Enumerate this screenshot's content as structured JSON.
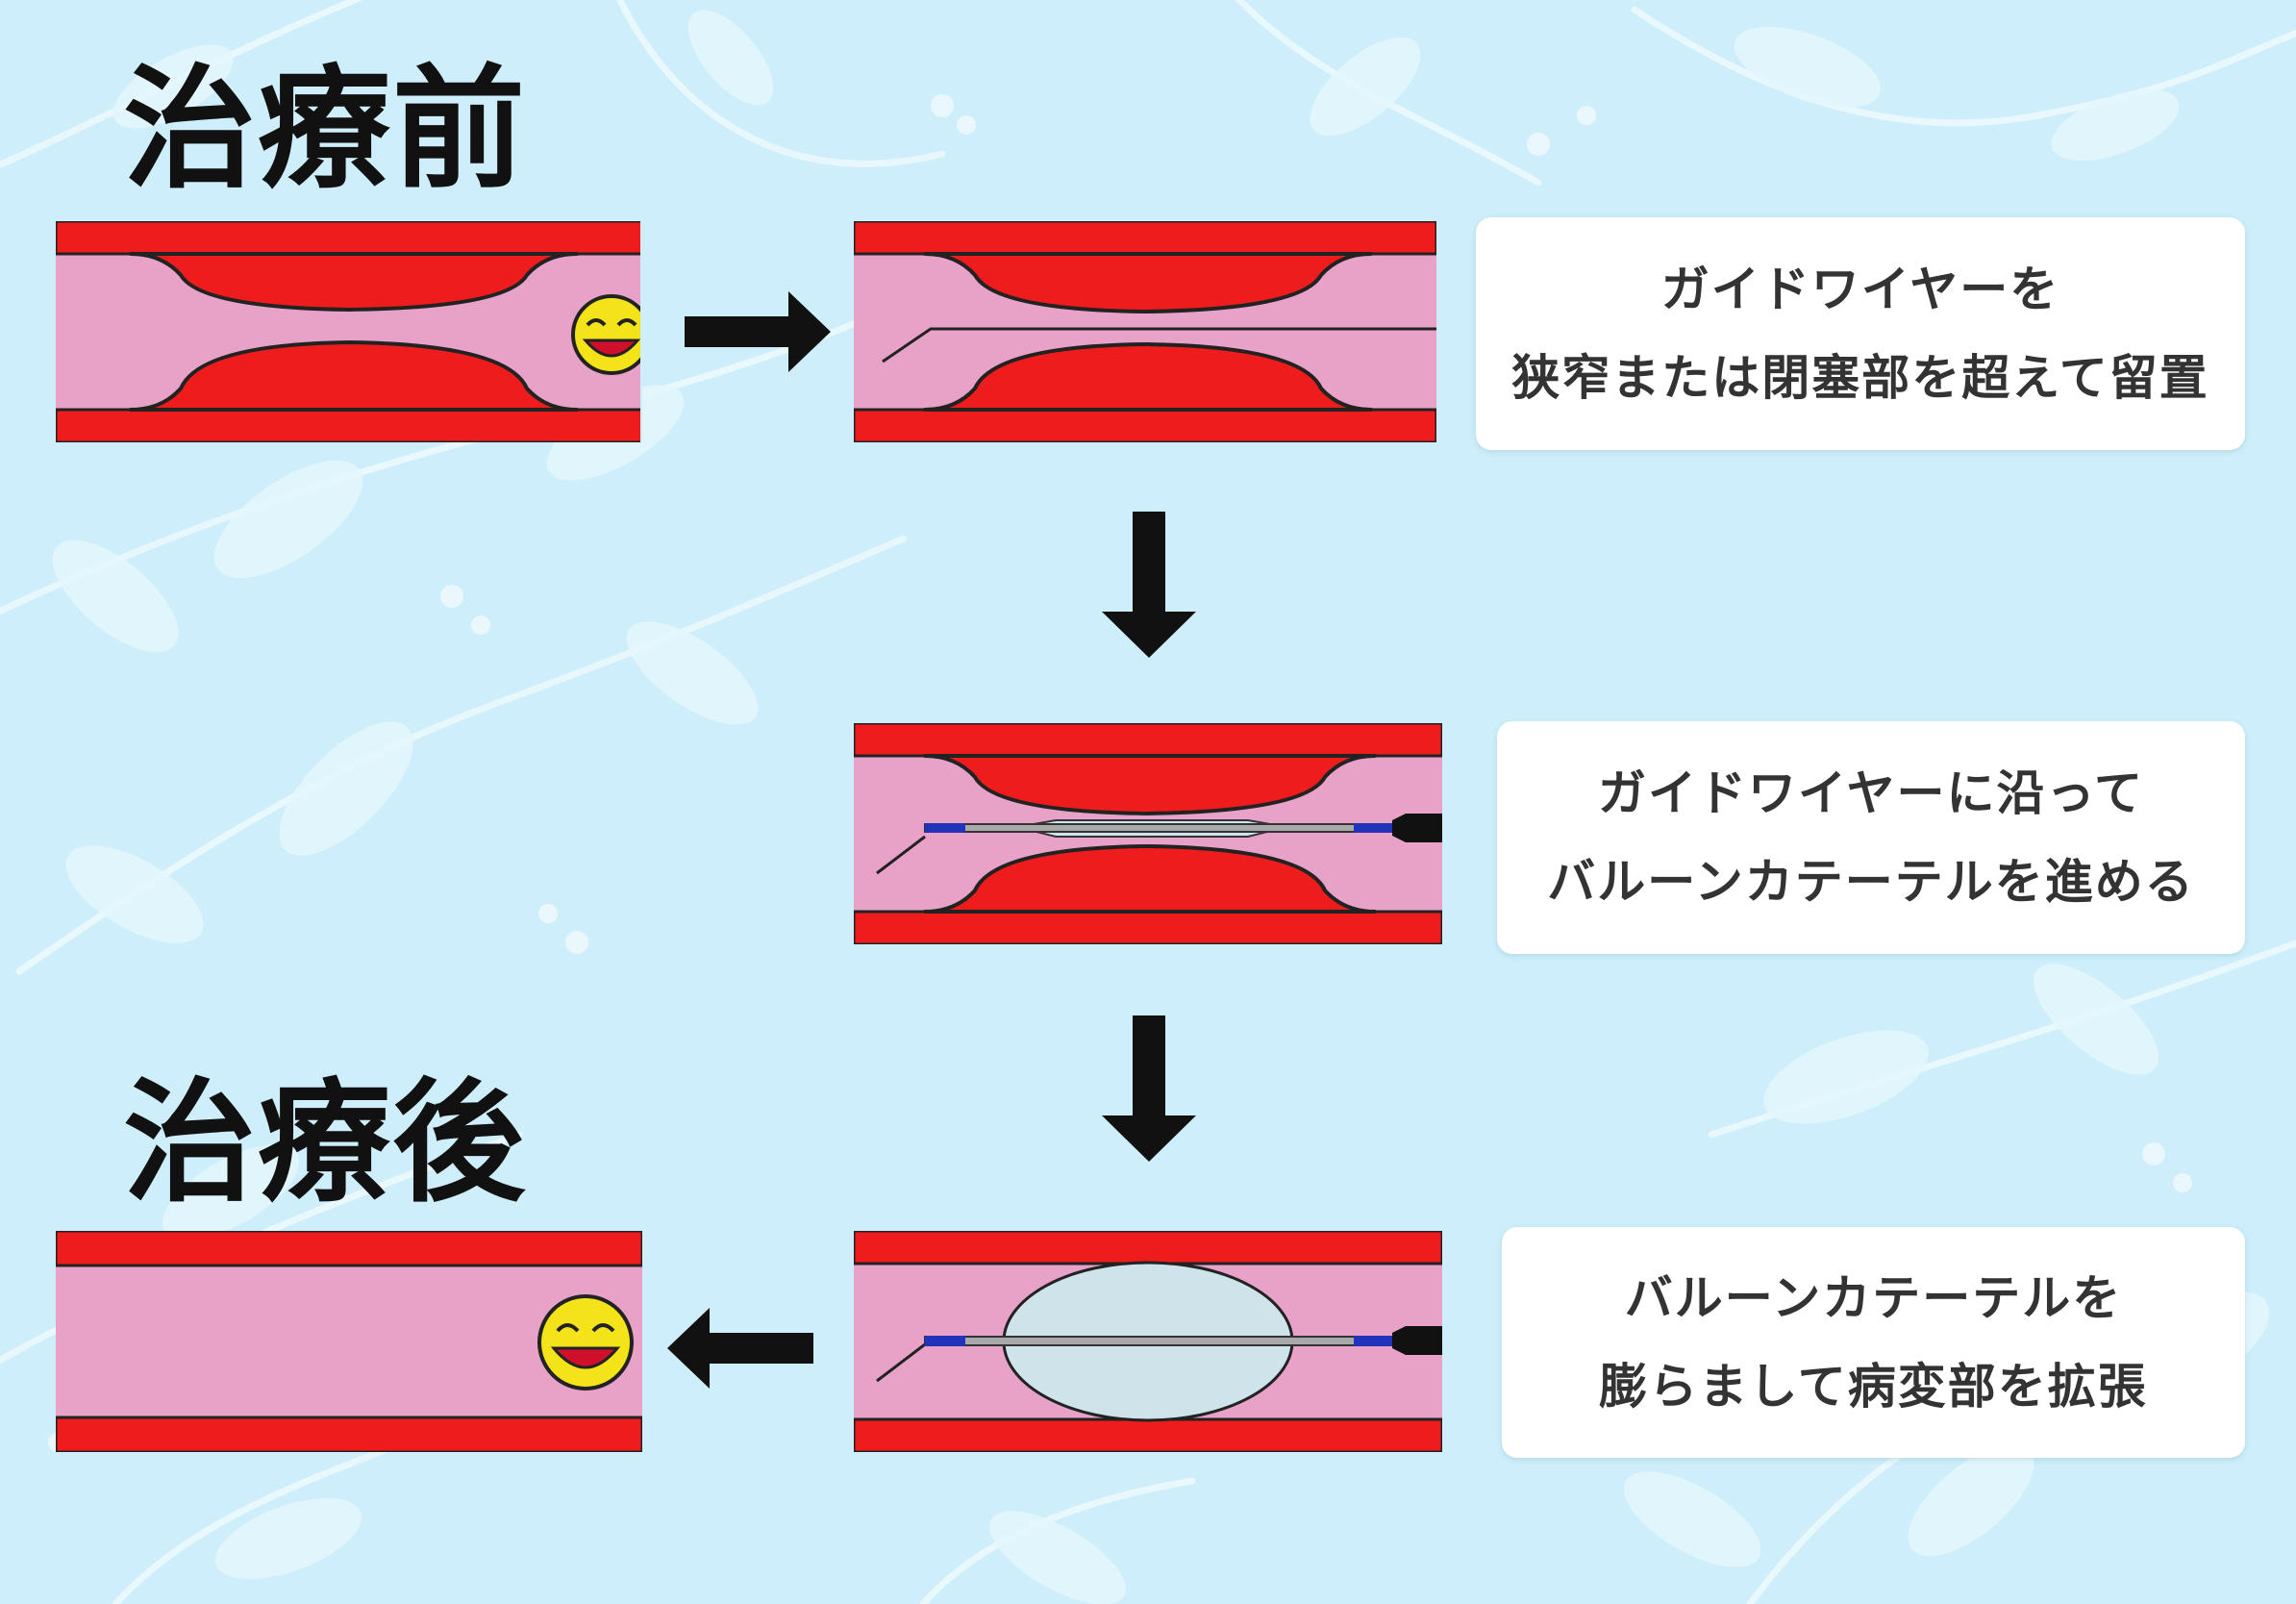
{
  "headings": {
    "before": "治療前",
    "after": "治療後"
  },
  "notes": [
    {
      "line1": "ガイドワイヤーを",
      "line2": "狭窄または閉塞部を超えて留置"
    },
    {
      "line1": "ガイドワイヤーに沿って",
      "line2": "バルーンカテーテルを進める"
    },
    {
      "line1": "バルーンカテーテルを",
      "line2": "膨らまして病変部を拡張"
    }
  ],
  "icons": {
    "smiley_before": "smiley-face-icon",
    "smiley_after": "smiley-face-icon",
    "background": "leaf-pattern"
  },
  "colors": {
    "background": "#cdeefa",
    "vessel_wall": "#ee1c1c",
    "plaque": "#ee1c1c",
    "lumen": "#e8a2c8",
    "balloon": "#cfe4ea",
    "catheter_shaft": "#a9a9a9",
    "catheter_tip": "#2233bb",
    "arrow": "#111111",
    "note_background": "#ffffff"
  }
}
